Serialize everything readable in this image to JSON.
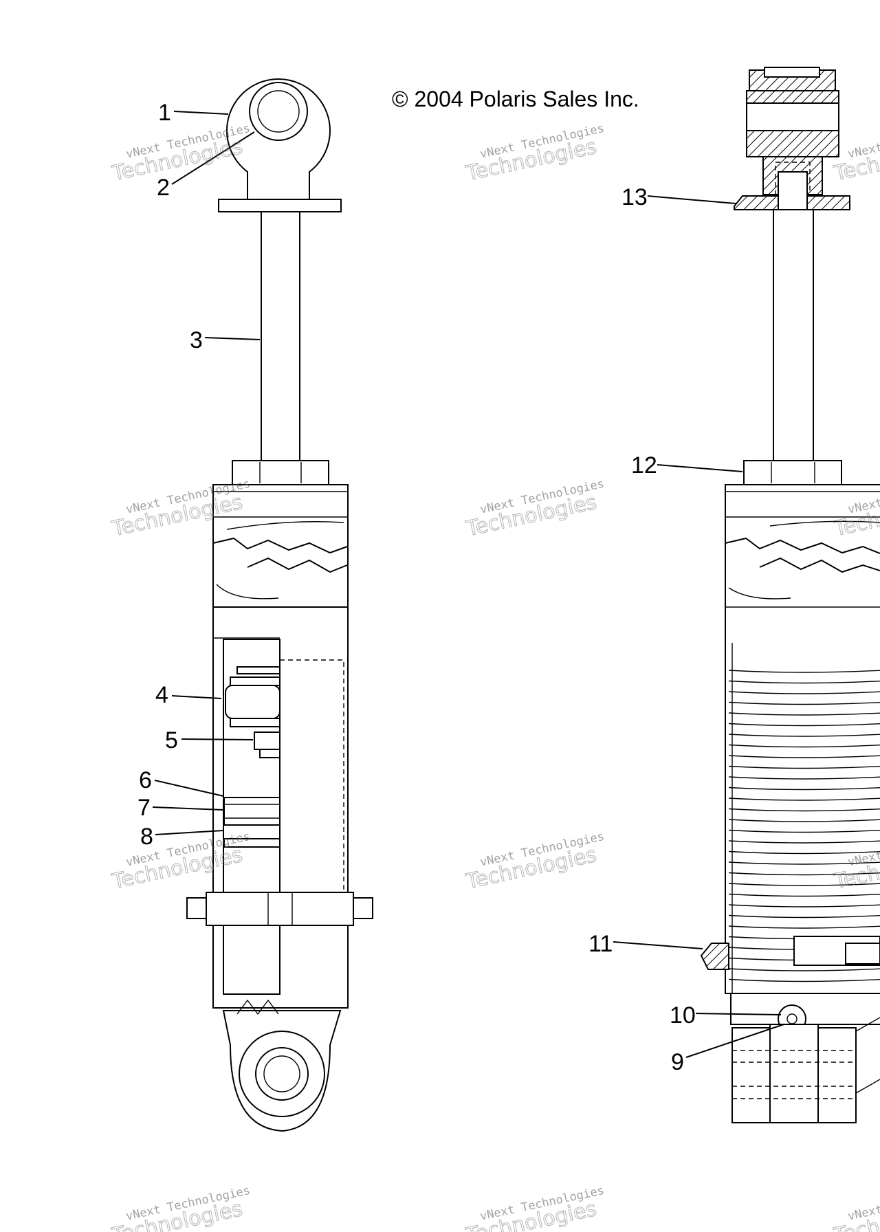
{
  "copyright": "© 2004 Polaris Sales Inc.",
  "watermark": {
    "line1": "vNext Technologies",
    "line2": "Technologies"
  },
  "callouts": [
    {
      "label": "1"
    },
    {
      "label": "2"
    },
    {
      "label": "3"
    },
    {
      "label": "4"
    },
    {
      "label": "5"
    },
    {
      "label": "6"
    },
    {
      "label": "7"
    },
    {
      "label": "8"
    },
    {
      "label": "9"
    },
    {
      "label": "10"
    },
    {
      "label": "11"
    },
    {
      "label": "12"
    },
    {
      "label": "13"
    }
  ]
}
